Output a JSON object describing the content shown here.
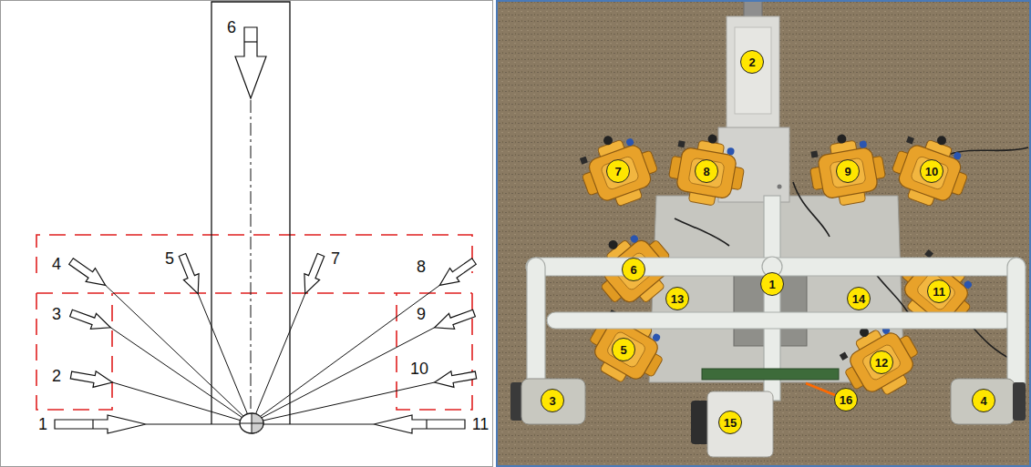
{
  "diagram": {
    "nodes": [
      {
        "text": [
          "2"
        ]
      },
      {
        "text": [
          "7"
        ]
      },
      {
        "text": [
          "8"
        ]
      },
      {
        "text": [
          "9"
        ]
      },
      {
        "text": [
          "10"
        ]
      },
      {
        "text": [
          "6"
        ]
      },
      {
        "text": [
          "1"
        ]
      },
      {
        "text": [
          "11"
        ]
      },
      {
        "text": [
          "13"
        ]
      },
      {
        "text": [
          "14"
        ]
      },
      {
        "text": [
          "5"
        ]
      },
      {
        "text": [
          "12"
        ]
      },
      {
        "text": [
          "3"
        ]
      },
      {
        "text": [
          "16"
        ]
      },
      {
        "text": [
          "4"
        ]
      },
      {
        "text": [
          "15"
        ]
      }
    ],
    "labels": [
      "6",
      "4",
      "5",
      "7",
      "8",
      "3",
      "9",
      "2",
      "10",
      "1",
      "11"
    ]
  }
}
